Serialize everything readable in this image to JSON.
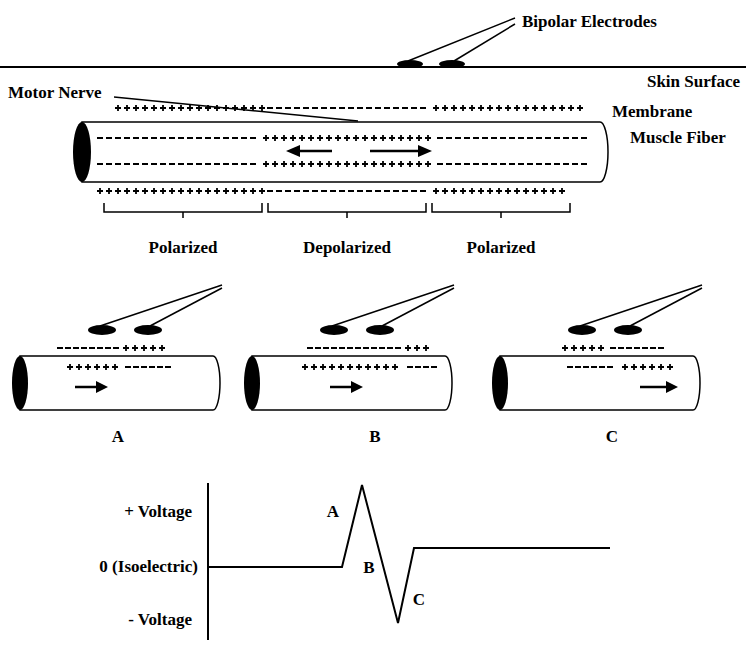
{
  "diagram": {
    "labels": [
      "Bipolar Electrodes",
      "Motor Nerve",
      "Skin Surface",
      "Membrane",
      "Muscle Fiber",
      "Polarized",
      "Depolarized",
      "Polarized",
      "A",
      "B",
      "C",
      "+ Voltage",
      "0 (Isoelectric)",
      "- Voltage",
      "A",
      "B",
      "C"
    ]
  }
}
